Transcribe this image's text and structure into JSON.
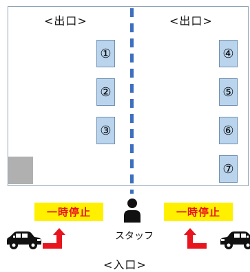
{
  "lot": {
    "exit_left": "<出口>",
    "exit_right": "<出口>",
    "spots": [
      "①",
      "②",
      "③",
      "④",
      "⑤",
      "⑥",
      "⑦"
    ]
  },
  "stop_sign_left": "一時停止",
  "stop_sign_right": "一時停止",
  "staff_label": "スタッフ",
  "entrance_label": "<入口>",
  "colors": {
    "spot_fill": "#b9d4ec",
    "divider": "#3d6fbf",
    "stop_sign_bg": "#fff000",
    "stop_sign_text": "#e8141e",
    "arrow": "#e8141e",
    "car": "#111111",
    "reserved_area": "#b0b0b0"
  },
  "icons": {
    "staff": "person-icon",
    "car": "car-icon",
    "arrow": "turn-arrow-icon"
  }
}
